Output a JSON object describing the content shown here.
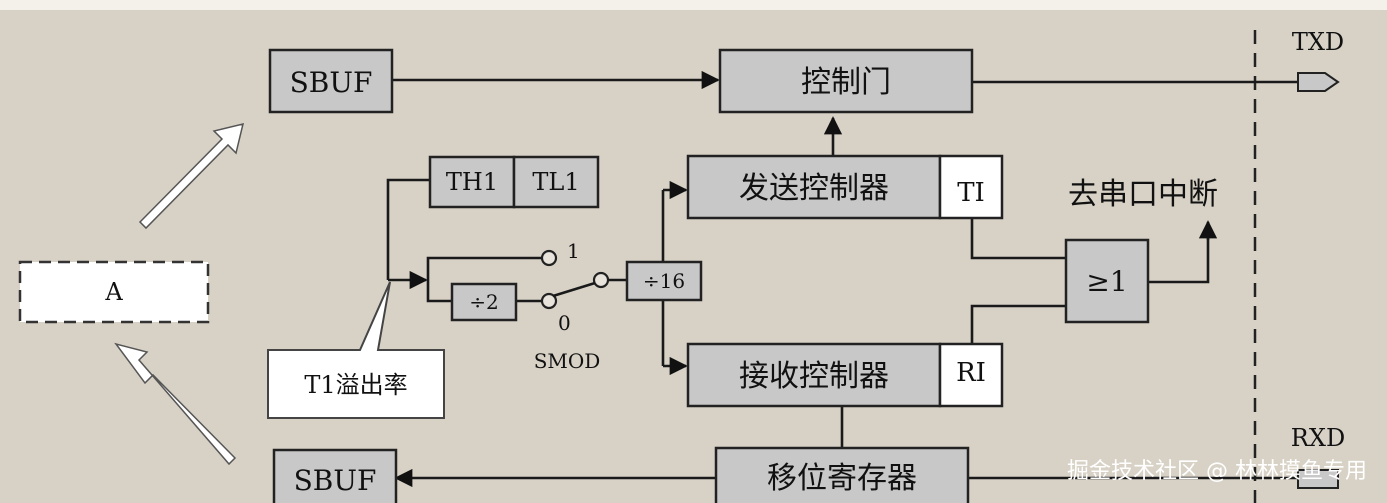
{
  "diagram": {
    "blocks": {
      "sbuf_top": "SBUF",
      "gate": "控制门",
      "th1": "TH1",
      "tl1": "TL1",
      "tx_ctrl": "发送控制器",
      "ti": "TI",
      "div2": "÷2",
      "div16": "÷16",
      "rx_ctrl": "接收控制器",
      "ri": "RI",
      "or_gate": "≥1",
      "shift_reg": "移位寄存器",
      "sbuf_bottom": "SBUF",
      "a_block": "A"
    },
    "labels": {
      "txd": "TXD",
      "rxd": "RXD",
      "interrupt": "去串口中断",
      "t1_overflow": "T1溢出率",
      "switch_1": "1",
      "switch_0": "0",
      "smod": "SMOD"
    },
    "watermark": "掘金技术社区 @ 林林摸鱼专用"
  }
}
